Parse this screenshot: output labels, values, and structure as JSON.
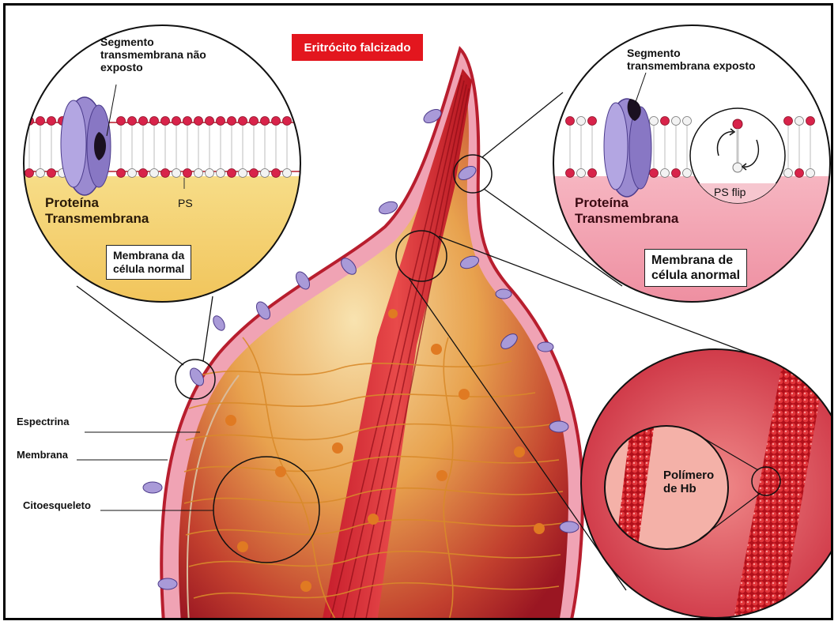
{
  "title": "Eritrócito falcizado",
  "left_inset": {
    "segment_label": "Segmento transmembrana não exposto",
    "segment_lines": [
      "Segmento",
      "transmembrana não",
      "exposto"
    ],
    "protein_lines": [
      "Proteína",
      "Transmembrana"
    ],
    "ps_label": "PS",
    "box_lines": [
      "Membrana da",
      "célula normal"
    ]
  },
  "right_inset": {
    "segment_lines": [
      "Segmento",
      "transmembrana exposto"
    ],
    "protein_lines": [
      "Proteína",
      "Transmembrana"
    ],
    "flip_label": "PS flip",
    "box_lines": [
      "Membrana de",
      "célula anormal"
    ]
  },
  "polymer_inset": {
    "label_lines": [
      "Polímero",
      "de Hb"
    ]
  },
  "side_labels": {
    "espectrina": "Espectrina",
    "membrana": "Membrana",
    "citoesqueleto": "Citoesqueleto"
  },
  "colors": {
    "title_bg": "#e3161e",
    "cell_red": "#c8202e",
    "membrane_pink": "#f2a9b8",
    "cytoplasm_yellow": "#f6dc85",
    "protein_purple": "#a99ad8",
    "spectrin_orange": "#d98a2a"
  }
}
